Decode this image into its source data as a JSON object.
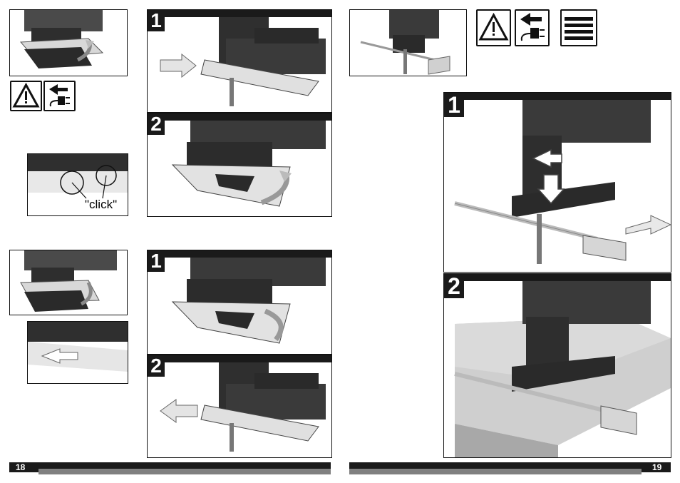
{
  "left_page": {
    "page_number": "18",
    "click_label": "\"click\"",
    "section_a": {
      "step1": "1",
      "step2": "2"
    },
    "section_b": {
      "step1": "1",
      "step2": "2"
    }
  },
  "right_page": {
    "page_number": "19",
    "step1": "1",
    "step2": "2"
  },
  "icons": [
    "warning-icon",
    "unplug-icon",
    "blade-icon"
  ],
  "colors": {
    "bar": "#1a1a1a",
    "grey": "#808080",
    "tool": "#3a3a3a",
    "wood": "#cfcfcf"
  }
}
